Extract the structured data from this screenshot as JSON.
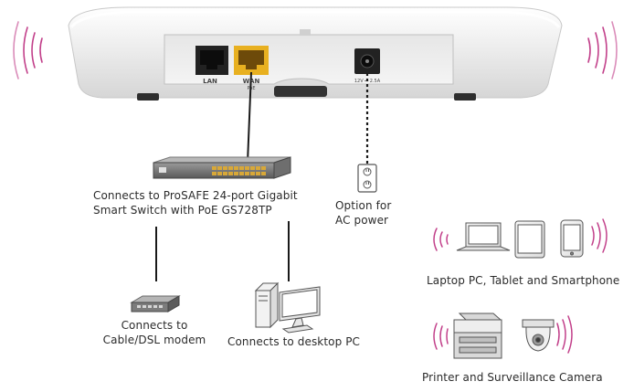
{
  "ports": {
    "lan": "LAN",
    "wan": "WAN",
    "poe": "PoE",
    "power_rating": "12V ⎓ 2.5A"
  },
  "labels": {
    "switch_line1": "Connects to ProSAFE 24-port Gigabit",
    "switch_line2": "Smart Switch with PoE GS728TP",
    "ac_line1": "Option for",
    "ac_line2": "AC power",
    "mobile": "Laptop PC, Tablet and Smartphone",
    "modem_line1": "Connects to",
    "modem_line2": "Cable/DSL modem",
    "desktop": "Connects to desktop PC",
    "printer": "Printer and Surveillance Camera"
  },
  "colors": {
    "wireless_arc": "#c2408a",
    "wan_port": "#e8b020",
    "text": "#2b2b2b"
  },
  "icons": [
    "access-point",
    "ethernet-cable",
    "power-cord",
    "network-switch",
    "wall-outlet",
    "laptop",
    "tablet",
    "smartphone",
    "modem",
    "desktop-pc",
    "printer",
    "surveillance-camera",
    "wireless-signal"
  ]
}
